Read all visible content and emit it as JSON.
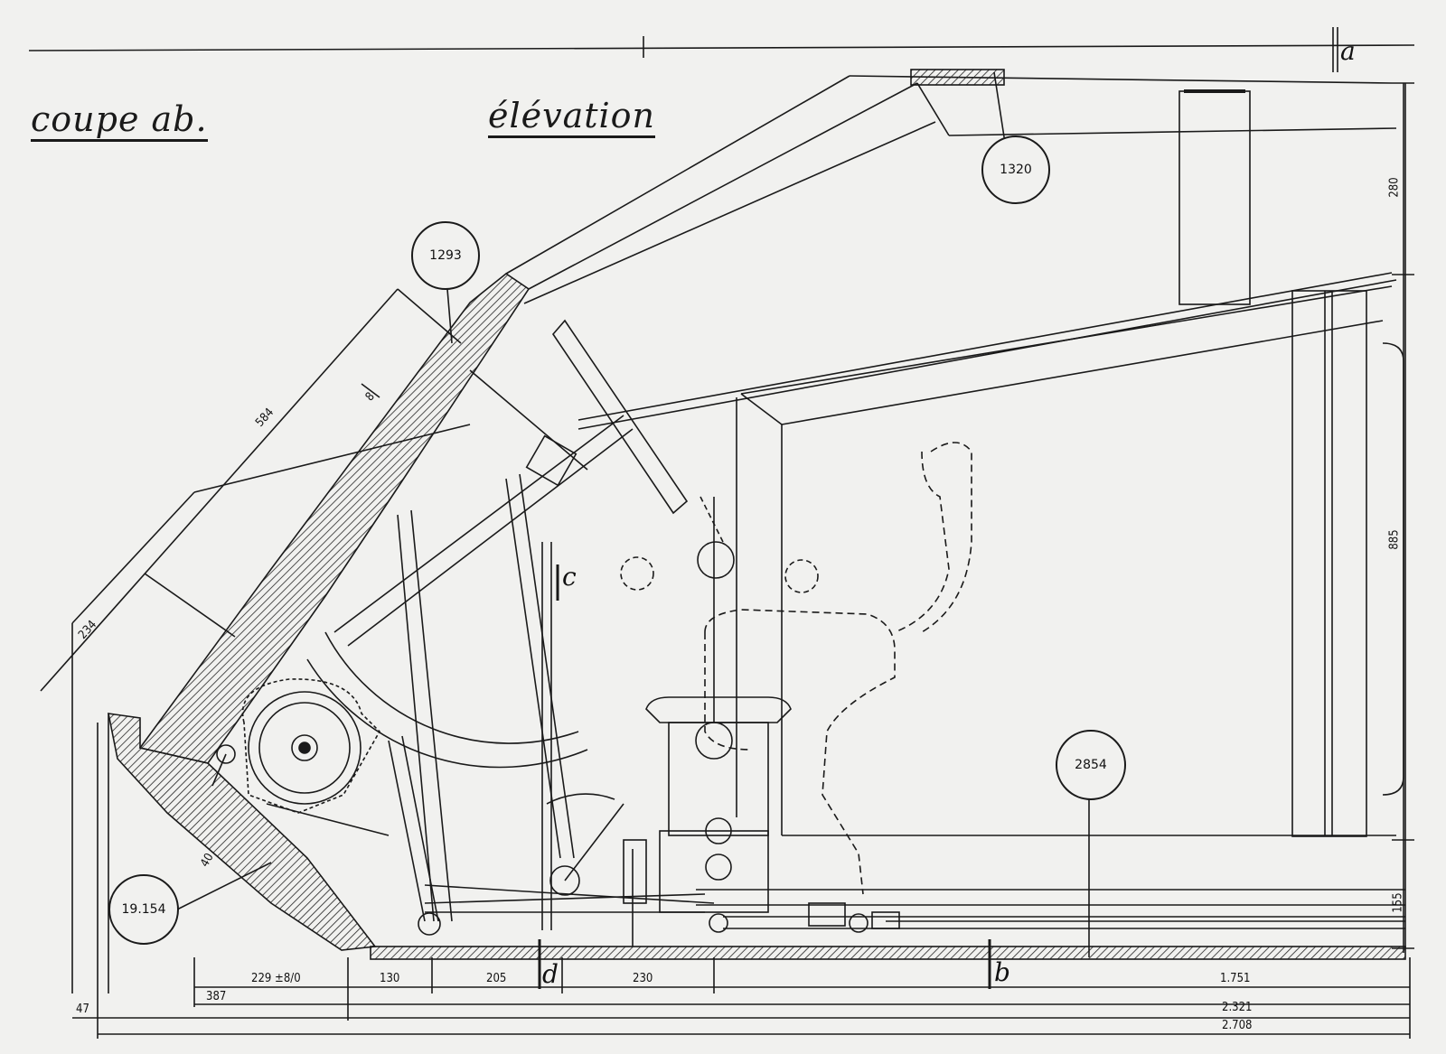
{
  "titles": {
    "section": "coupe ab.",
    "view": "élévation"
  },
  "callouts": {
    "c1320": "1320",
    "c1293": "1293",
    "c2854": "2854",
    "c19154": "19.154"
  },
  "section_marks": {
    "a": "a",
    "b": "b",
    "c": "c",
    "d": "d"
  },
  "dimensions": {
    "d584": "584",
    "d8": "8",
    "d234": "234",
    "d40": "40",
    "d280": "280",
    "d885": "885",
    "d155": "155",
    "d229": "229 ±8/0",
    "d130": "130",
    "d205": "205",
    "d230": "230",
    "d387": "387",
    "d47": "47",
    "d1751": "1.751",
    "d2321": "2.321",
    "d2708": "2.708"
  }
}
